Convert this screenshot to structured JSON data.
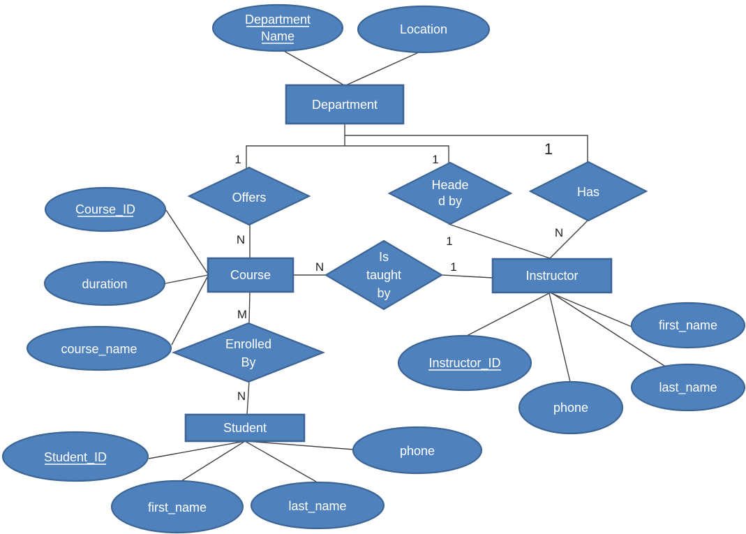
{
  "diagram_type": "entity-relationship-diagram",
  "colors": {
    "background": "#ffffff",
    "shape_fill": "#4f81bd",
    "shape_border": "#3c6595",
    "node_text": "#ffffff",
    "connector": "#404040",
    "cardinality_text": "#1f1f1f"
  },
  "entities": {
    "department": "Department",
    "course": "Course",
    "instructor": "Instructor",
    "student": "Student"
  },
  "relationships": {
    "offers": {
      "label": "Offers"
    },
    "headed_by": {
      "lines": [
        "Heade",
        "d by"
      ]
    },
    "has": {
      "label": "Has"
    },
    "is_taught_by": {
      "lines": [
        "Is",
        "taught",
        "by"
      ]
    },
    "enrolled_by": {
      "lines": [
        "Enrolled",
        "By"
      ]
    }
  },
  "attributes": {
    "department_name": {
      "lines": [
        "Department",
        "Name"
      ],
      "underlined": true
    },
    "location": {
      "label": "Location",
      "underlined": false
    },
    "course_id": {
      "label": "Course_ID",
      "underlined": true
    },
    "duration": {
      "label": "duration",
      "underlined": false
    },
    "course_name": {
      "label": "course_name",
      "underlined": false
    },
    "instructor_id": {
      "label": "Instructor_ID",
      "underlined": true
    },
    "instructor_phone": {
      "label": "phone",
      "underlined": false
    },
    "instructor_first_name": {
      "label": "first_name",
      "underlined": false
    },
    "instructor_last_name": {
      "label": "last_name",
      "underlined": false
    },
    "student_id": {
      "label": "Student_ID",
      "underlined": true
    },
    "student_first_name": {
      "label": "first_name",
      "underlined": false
    },
    "student_last_name": {
      "label": "last_name",
      "underlined": false
    },
    "student_phone": {
      "label": "phone",
      "underlined": false
    }
  },
  "cardinalities": {
    "department_offers": "1",
    "department_headed_by": "1",
    "department_has": "1",
    "offers_course": "N",
    "headed_by_instructor": "1",
    "has_instructor": "N",
    "course_is_taught_by": "N",
    "is_taught_by_instructor": "1",
    "course_enrolled_by": "M",
    "enrolled_by_student": "N"
  }
}
